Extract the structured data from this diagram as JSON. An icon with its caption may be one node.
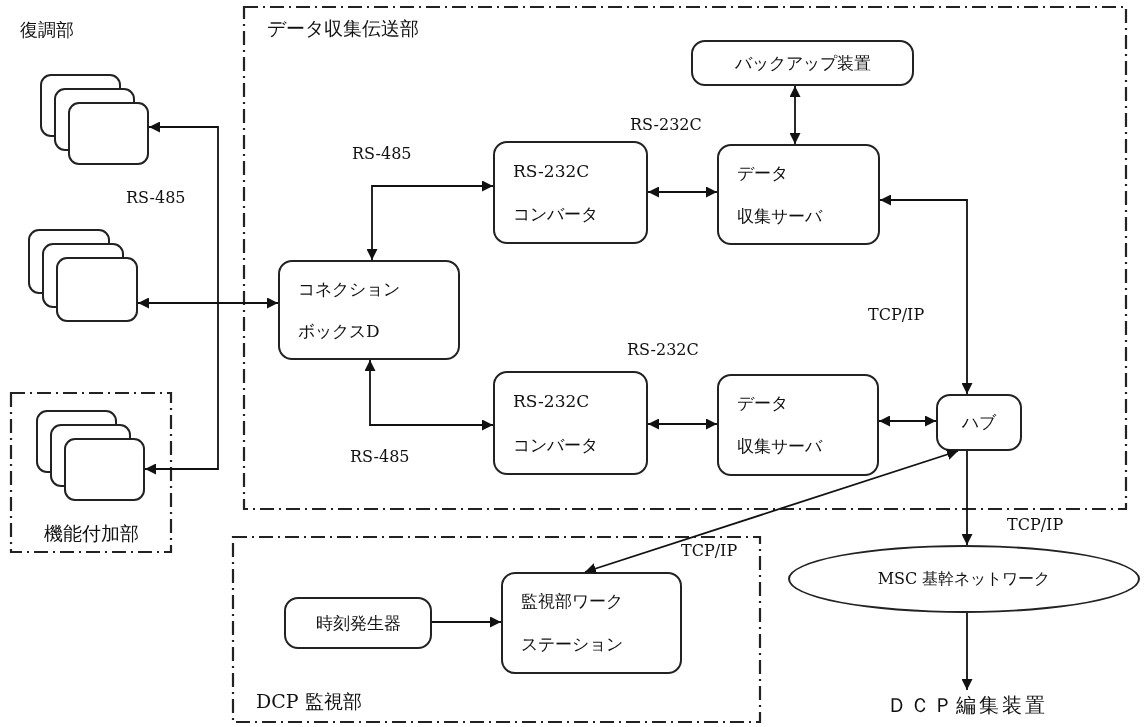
{
  "diagram": {
    "nodes": [
      {
        "text": [
          "データ収集伝送部"
        ]
      },
      {
        "text": [
          "バックアップ装置"
        ],
        "in": 0
      },
      {
        "text": [
          "RS-232C",
          "コンバータ"
        ],
        "in": 0
      },
      {
        "text": [
          "データ",
          "収集サーバ"
        ],
        "in": 0
      },
      {
        "text": [
          "コネクション",
          "ボックスD"
        ],
        "in": 0
      },
      {
        "text": [
          "RS-232C",
          "コンバータ"
        ],
        "in": 0
      },
      {
        "text": [
          "データ",
          "収集サーバ"
        ],
        "in": 0
      },
      {
        "text": [
          "ハブ"
        ],
        "in": 0
      },
      {
        "text": [],
        "shape": "box",
        "beside": [
          "復調部"
        ]
      },
      {
        "text": [],
        "shape": "box"
      },
      {
        "text": [
          "機能付加部"
        ]
      },
      {
        "text": [],
        "shape": "box",
        "in": 10
      },
      {
        "text": [
          "DCP 監視部"
        ]
      },
      {
        "text": [
          "時刻発生器"
        ],
        "in": 12
      },
      {
        "text": [
          "監視部ワーク",
          "ステーション"
        ],
        "in": 12
      },
      {
        "text": [
          "MSC 基幹ネットワーク"
        ]
      },
      {
        "text": [
          "ＤＣＰ編集装置"
        ]
      }
    ],
    "edges": [
      {
        "from": 9,
        "to": 4,
        "arrow": "both"
      },
      {
        "from": 4,
        "to": 8,
        "arrow": "to"
      },
      {
        "from": 4,
        "to": 11,
        "arrow": "to"
      },
      {
        "from": 4,
        "to": 2,
        "arrow": "both"
      },
      {
        "from": 4,
        "to": 5,
        "arrow": "both"
      },
      {
        "from": 2,
        "to": 3,
        "arrow": "both"
      },
      {
        "from": 1,
        "to": 3,
        "arrow": "both"
      },
      {
        "from": 3,
        "to": 7,
        "arrow": "both"
      },
      {
        "from": 5,
        "to": 6,
        "arrow": "both"
      },
      {
        "from": 6,
        "to": 7,
        "arrow": "both"
      },
      {
        "from": 7,
        "to": 14,
        "arrow": "both"
      },
      {
        "from": 7,
        "to": 15,
        "arrow": "to"
      },
      {
        "from": 13,
        "to": 14,
        "arrow": "to"
      },
      {
        "from": 15,
        "to": 16,
        "arrow": "to"
      }
    ],
    "labels": [
      "RS-232C",
      "RS-485",
      "RS-485",
      "TCP/IP",
      "RS-232C",
      "RS-485",
      "TCP/IP",
      "TCP/IP"
    ]
  }
}
